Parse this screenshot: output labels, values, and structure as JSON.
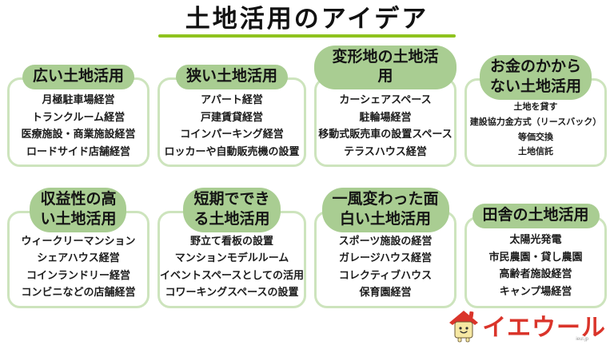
{
  "title": "土地活用のアイデア",
  "colors": {
    "title_underline": "#8fc31e",
    "pill_green": "#a9cd92",
    "box_border_green": "#cde4bd",
    "logo_red": "#da342a",
    "mascot_body_yellow": "#f6e8a3"
  },
  "cards": [
    {
      "header": "広い土地活用",
      "items": [
        "月極駐車場経営",
        "トランクルーム経営",
        "医療施設・商業施設経営",
        "ロードサイド店舗経営"
      ]
    },
    {
      "header": "狭い土地活用",
      "items": [
        "アパート経営",
        "戸建賃貸経営",
        "コインパーキング経営",
        "ロッカーや自動販売機の設置"
      ]
    },
    {
      "header": "変形地の土地活用",
      "items": [
        "カーシェアスペース",
        "駐輪場経営",
        "移動式販売車の設置スペース",
        "テラスハウス経営"
      ]
    },
    {
      "header": "お金のかから\nない土地活用",
      "items": [
        "土地を貸す",
        "建設協力金方式（リースバック）",
        "等価交換",
        "土地信託"
      ]
    },
    {
      "header": "収益性の高\nい土地活用",
      "items": [
        "ウィークリーマンション",
        "シェアハウス経営",
        "コインランドリー経営",
        "コンビニなどの店舗経営"
      ]
    },
    {
      "header": "短期ででき\nる土地活用",
      "items": [
        "野立て看板の設置",
        "マンションモデルルーム",
        "イベントスペースとしての活用",
        "コワーキングスペースの設置"
      ]
    },
    {
      "header": "一風変わった面\n白い土地活用",
      "items": [
        "スポーツ施設の経営",
        "ガレージハウス経営",
        "コレクティブハウス",
        "保育園経営"
      ]
    },
    {
      "header": "田舎の土地活用",
      "items": [
        "太陽光発電",
        "市民農園・貸し農園",
        "高齢者施設経営",
        "キャンプ場経営"
      ]
    }
  ],
  "logo": {
    "text": "イエウール",
    "sub": "ieul.jp"
  }
}
